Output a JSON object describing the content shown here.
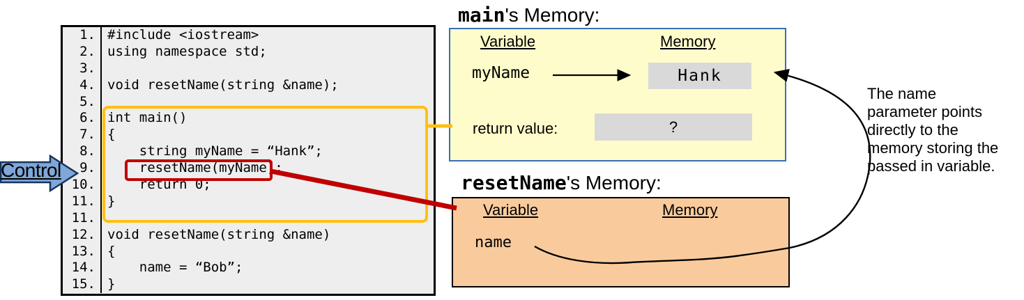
{
  "control": {
    "label": "Control"
  },
  "code": {
    "lines": [
      {
        "num": "1.",
        "text": "#include <iostream>"
      },
      {
        "num": "2.",
        "text": "using namespace std;"
      },
      {
        "num": "3.",
        "text": ""
      },
      {
        "num": "4.",
        "text": "void resetName(string &name);"
      },
      {
        "num": "5.",
        "text": ""
      },
      {
        "num": "6.",
        "text": "int main()"
      },
      {
        "num": "7.",
        "text": "{"
      },
      {
        "num": "8.",
        "text": "    string myName = “Hank”;"
      },
      {
        "num": "9.",
        "text": "    resetName(myName);"
      },
      {
        "num": "10.",
        "text": "    return 0;"
      },
      {
        "num": "11.",
        "text": "}"
      },
      {
        "num": "11.",
        "text": ""
      },
      {
        "num": "12.",
        "text": "void resetName(string &name)"
      },
      {
        "num": "13.",
        "text": "{"
      },
      {
        "num": "14.",
        "text": "    name = “Bob”;"
      },
      {
        "num": "15.",
        "text": "}"
      }
    ]
  },
  "main_memory": {
    "title_code": "main",
    "title_rest": "'s Memory:",
    "col_variable": "Variable",
    "col_memory": "Memory",
    "rows": [
      {
        "variable": "myName",
        "value": "Hank"
      },
      {
        "variable": "return value:",
        "value": "?"
      }
    ]
  },
  "reset_memory": {
    "title_code": "resetName",
    "title_rest": "'s Memory:",
    "col_variable": "Variable",
    "col_memory": "Memory",
    "rows": [
      {
        "variable": "name",
        "value": ""
      }
    ]
  },
  "annotation": {
    "text": "The name\nparameter points\ndirectly to the\nmemory storing the\npassed in variable."
  },
  "colors": {
    "code_bg": "#EEEEEE",
    "main_frame_gold": "#FFC010",
    "call_frame_red": "#C00000",
    "main_mem_bg": "#FFFCCB",
    "main_mem_border": "#3A6EB5",
    "reset_mem_bg": "#F9CB9C",
    "memory_cell_gray": "#D9D9D9",
    "control_arrow_fill": "#7FA7D9",
    "control_arrow_border": "#17365D"
  }
}
